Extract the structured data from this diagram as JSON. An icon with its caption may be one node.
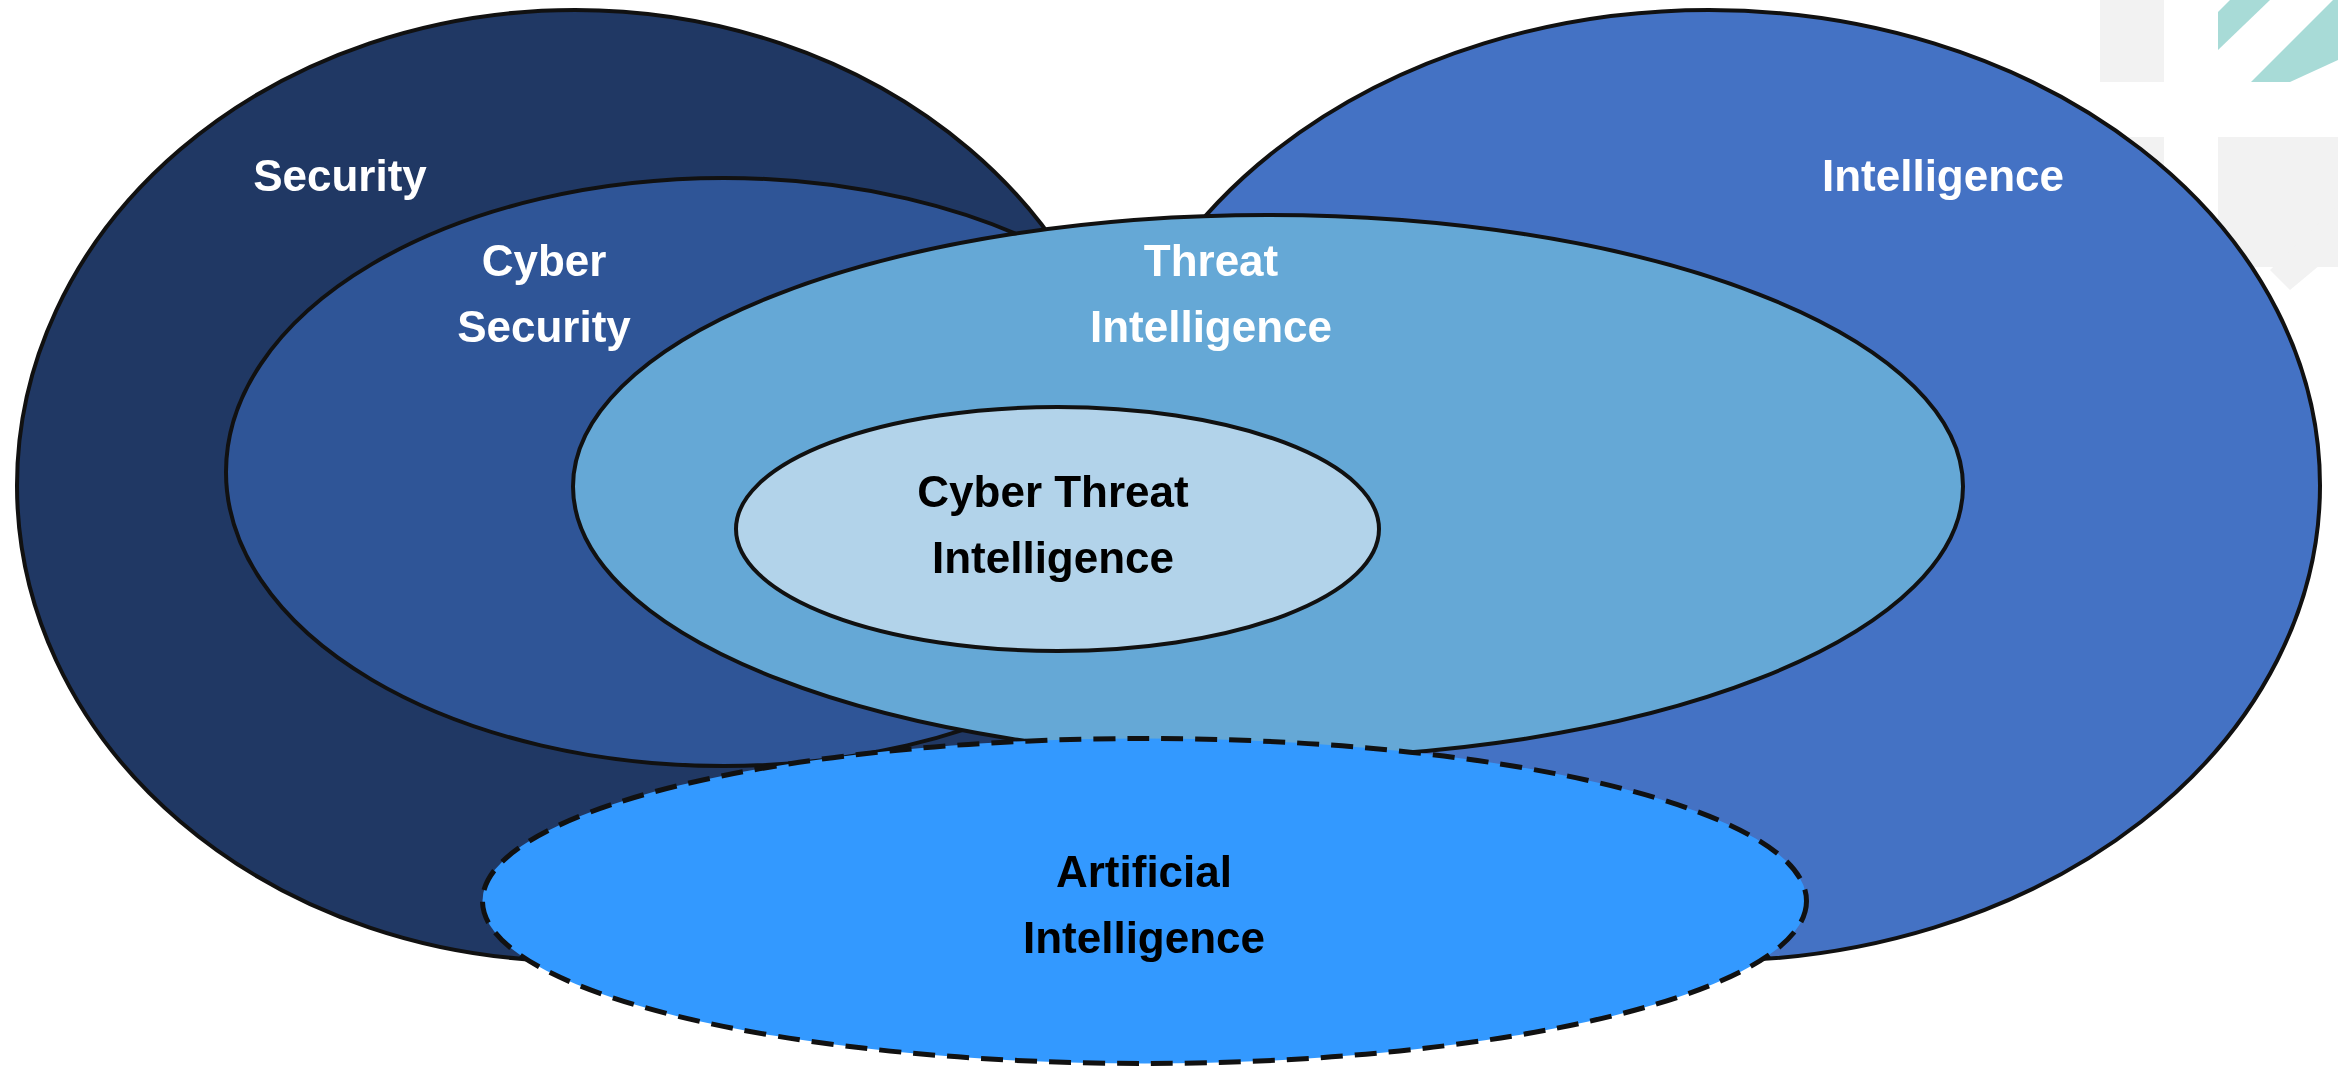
{
  "diagram": {
    "nodes": [
      {
        "text": [
          "Security"
        ]
      },
      {
        "text": [
          "Intelligence"
        ]
      },
      {
        "text": [
          "Cyber Security"
        ],
        "in": 0
      },
      {
        "text": [
          "Threat Intelligence"
        ]
      },
      {
        "text": [
          "Cyber Threat Intelligence"
        ],
        "in": 3
      },
      {
        "text": [
          "Artificial Intelligence"
        ]
      }
    ]
  }
}
